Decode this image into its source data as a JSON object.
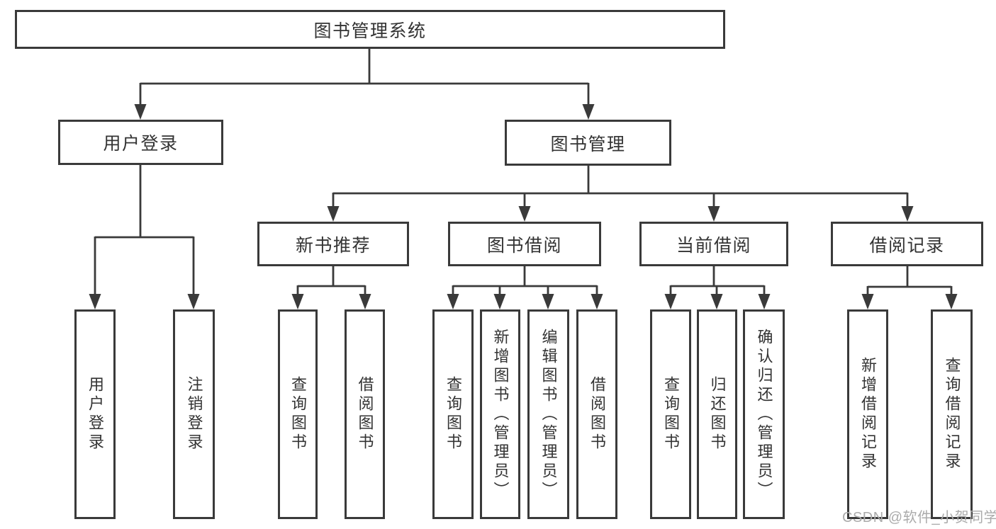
{
  "nodes": {
    "root": "图书管理系统",
    "level2": [
      "用户登录",
      "图书管理"
    ],
    "level3": [
      "新书推荐",
      "图书借阅",
      "当前借阅",
      "借阅记录"
    ],
    "leaves": [
      "用户登录",
      "注销登录",
      "查询图书",
      "借阅图书",
      "查询图书",
      "新增图书（管理员）",
      "编辑图书（管理员）",
      "借阅图书",
      "查询图书",
      "归还图书",
      "确认归还（管理员）",
      "新增借阅记录",
      "查询借阅记录"
    ]
  },
  "watermark": "CSDN @软件_小贺同学",
  "colors": {
    "line": "#3a3a3a",
    "text": "#333333",
    "watermark": "#ababab",
    "background": "#ffffff"
  }
}
